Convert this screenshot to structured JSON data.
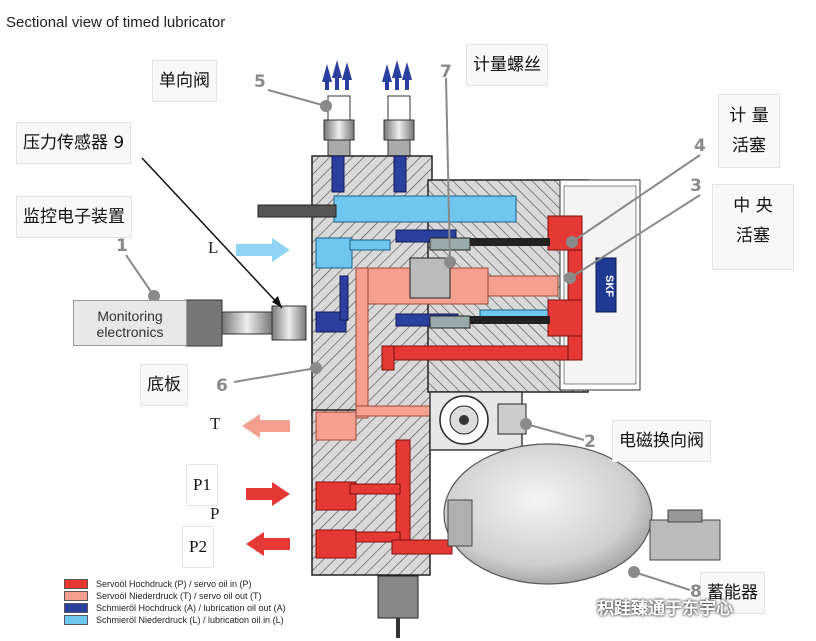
{
  "title": "Sectional view of timed lubricator",
  "callouts": {
    "check_valve": "单向阀",
    "pressure_sensor": "压力传感器 9",
    "monitoring_device": "监控电子装置",
    "metering_screw": "计量螺丝",
    "metering_piston": [
      "计 量",
      "活塞"
    ],
    "central_piston": [
      "中 央",
      "活塞"
    ],
    "base_plate": "底板",
    "solenoid_valve": "电磁换向阀",
    "accumulator": "蓄能器"
  },
  "numbers": {
    "n1": "1",
    "n2": "2",
    "n3": "3",
    "n4": "4",
    "n5": "5",
    "n6": "6",
    "n7": "7",
    "n8": "8"
  },
  "ports": {
    "L": "L",
    "T": "T",
    "P1": "P1",
    "P": "P",
    "P2": "P2"
  },
  "monitoring_box": {
    "line1": "Monitoring",
    "line2": "electronics"
  },
  "skf_label": "SKF",
  "legend": [
    {
      "label": "Servoöl Hochdruck (P) / servo oil in (P)",
      "color": "#e53935"
    },
    {
      "label": "Servoöl Niederdruck (T) / servo oil out (T)",
      "color": "#f4a090"
    },
    {
      "label": "Schmieröl Hochdruck (A) / lubrication oil out (A)",
      "color": "#2b3f9e"
    },
    {
      "label": "Schmieröl Niederdruck (L) / lubrication oil in (L)",
      "color": "#6fc7ef"
    }
  ],
  "watermark": "积跬臻通于东宇心",
  "colors": {
    "servo_high": "#e53935",
    "servo_low": "#f4a090",
    "lube_high": "#2b3f9e",
    "lube_low": "#6fc7ef",
    "housing": "#d6d6d6"
  }
}
